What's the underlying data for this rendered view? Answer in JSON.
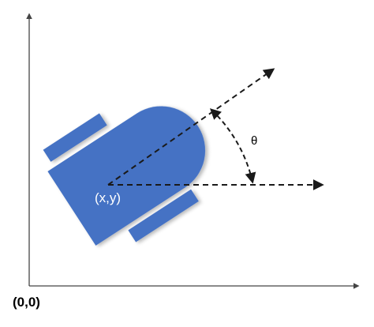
{
  "diagram": {
    "origin_label": "(0,0)",
    "robot_position_label": "(x,y)",
    "heading_angle_label": "θ",
    "colors": {
      "robot_body": "#4472c4",
      "axis": "#444444",
      "arrow": "#1a1a1a",
      "text_dark": "#000000",
      "text_light": "#ffffff"
    },
    "icons": [
      "robot-body",
      "wheel",
      "axis-arrow",
      "heading-arrow",
      "reference-arrow",
      "angle-arc"
    ]
  }
}
